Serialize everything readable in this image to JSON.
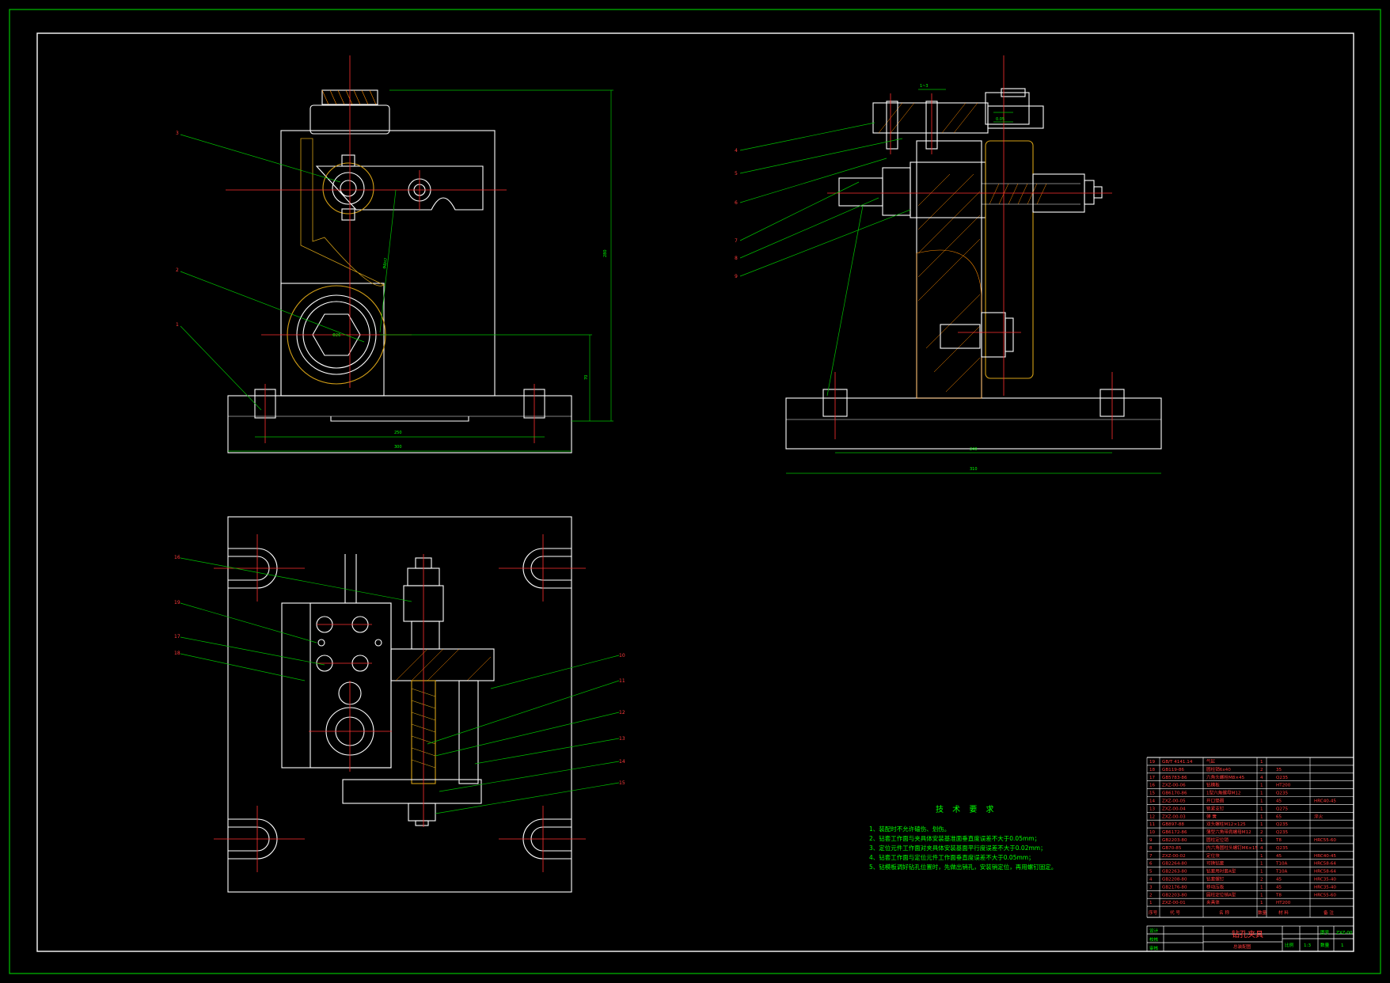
{
  "notes": {
    "title": "技 术 要 求",
    "lines": [
      "1、装配时不允许磕伤、划伤。",
      "2、钻套工作面与夹具体安装基准面垂直度误差不大于0.05mm；",
      "3、定位元件工作面对夹具体安装基面平行度误差不大于0.02mm；",
      "4、钻套工作面与定位元件工作面垂直度误差不大于0.05mm；",
      "5、钻模板调好钻孔位置时，先做出销孔，安装销定位，再用螺钉固定。"
    ]
  },
  "bom": [
    {
      "no": "19",
      "code": "GB/T 4141.14",
      "name": "气缸",
      "qty": "1",
      "mat": "",
      "note": ""
    },
    {
      "no": "18",
      "code": "GB119-86",
      "name": "圆柱销6x40",
      "qty": "2",
      "mat": "35",
      "note": ""
    },
    {
      "no": "17",
      "code": "GB5783-86",
      "name": "六角头螺栓M8×45",
      "qty": "4",
      "mat": "Q235",
      "note": ""
    },
    {
      "no": "16",
      "code": "ZXZ-00-06",
      "name": "钻模板",
      "qty": "1",
      "mat": "HT200",
      "note": ""
    },
    {
      "no": "15",
      "code": "GB6170-86",
      "name": "1型六角螺母M12",
      "qty": "1",
      "mat": "Q235",
      "note": ""
    },
    {
      "no": "14",
      "code": "ZXZ-00-05",
      "name": "开口垫圈",
      "qty": "1",
      "mat": "45",
      "note": "HRC40-45"
    },
    {
      "no": "13",
      "code": "ZXZ-00-04",
      "name": "锁紧支钉",
      "qty": "1",
      "mat": "Q275",
      "note": ""
    },
    {
      "no": "12",
      "code": "ZXZ-00-03",
      "name": "弹 簧",
      "qty": "1",
      "mat": "65",
      "note": "淬火"
    },
    {
      "no": "11",
      "code": "GB897-88",
      "name": "双头螺柱M12×125",
      "qty": "1",
      "mat": "Q235",
      "note": ""
    },
    {
      "no": "10",
      "code": "GB6172-86",
      "name": "薄型六角带肩螺母M12",
      "qty": "2",
      "mat": "Q235",
      "note": ""
    },
    {
      "no": "9",
      "code": "GB2203-80",
      "name": "圆柱定位销",
      "qty": "1",
      "mat": "T8",
      "note": "HRC55-60"
    },
    {
      "no": "8",
      "code": "GB70-85",
      "name": "内六角圆柱头螺钉M6×15",
      "qty": "4",
      "mat": "Q235",
      "note": ""
    },
    {
      "no": "7",
      "code": "ZXZ-00-02",
      "name": "定位块",
      "qty": "1",
      "mat": "45",
      "note": "HRC40-45"
    },
    {
      "no": "6",
      "code": "GB2264-80",
      "name": "可换钻套",
      "qty": "1",
      "mat": "T10A",
      "note": "HRC58-64"
    },
    {
      "no": "5",
      "code": "GB2263-80",
      "name": "钻套用衬套A型",
      "qty": "1",
      "mat": "T10A",
      "note": "HRC58-64"
    },
    {
      "no": "4",
      "code": "GB2208-80",
      "name": "钻套螺钉",
      "qty": "2",
      "mat": "45",
      "note": "HRC35-40"
    },
    {
      "no": "3",
      "code": "GB2176-80",
      "name": "移动压板",
      "qty": "1",
      "mat": "45",
      "note": "HRC35-40"
    },
    {
      "no": "2",
      "code": "GB2203-80",
      "name": "圆柱定位销A型",
      "qty": "1",
      "mat": "T8",
      "note": "HRC55-60"
    },
    {
      "no": "1",
      "code": "ZXZ-00-01",
      "name": "夹具体",
      "qty": "1",
      "mat": "HT200",
      "note": ""
    }
  ],
  "bom_header": {
    "code": "代 号",
    "name": "名 称",
    "qty": "数量",
    "mat": "材 料",
    "note": "备 注",
    "no": "序号"
  },
  "title_block": {
    "title": "钻孔夹具",
    "subtitle": "总装配图",
    "drawing_no_label": "图号",
    "drawing_no": "ZXZ-00",
    "scale_label": "比例",
    "scale": "1:3",
    "qty_label": "数量",
    "qty": "1",
    "roles": [
      "设计",
      "校核",
      "审核"
    ]
  },
  "leaders": {
    "front": [
      "3",
      "2",
      "1"
    ],
    "side": [
      "4",
      "5",
      "6",
      "7",
      "8",
      "9"
    ],
    "top_left": [
      "16",
      "19",
      "17",
      "18"
    ],
    "top_right": [
      "10",
      "11",
      "12",
      "13",
      "14",
      "15"
    ]
  },
  "dims": {
    "front_width": "300",
    "front_inner": "250",
    "front_height": "280",
    "front_mid": "70",
    "side_width": "310",
    "side_inner": "240",
    "side_top": "1~3",
    "hole": "Φ8H7",
    "bore": "Φ26",
    "tol": "0.05"
  }
}
